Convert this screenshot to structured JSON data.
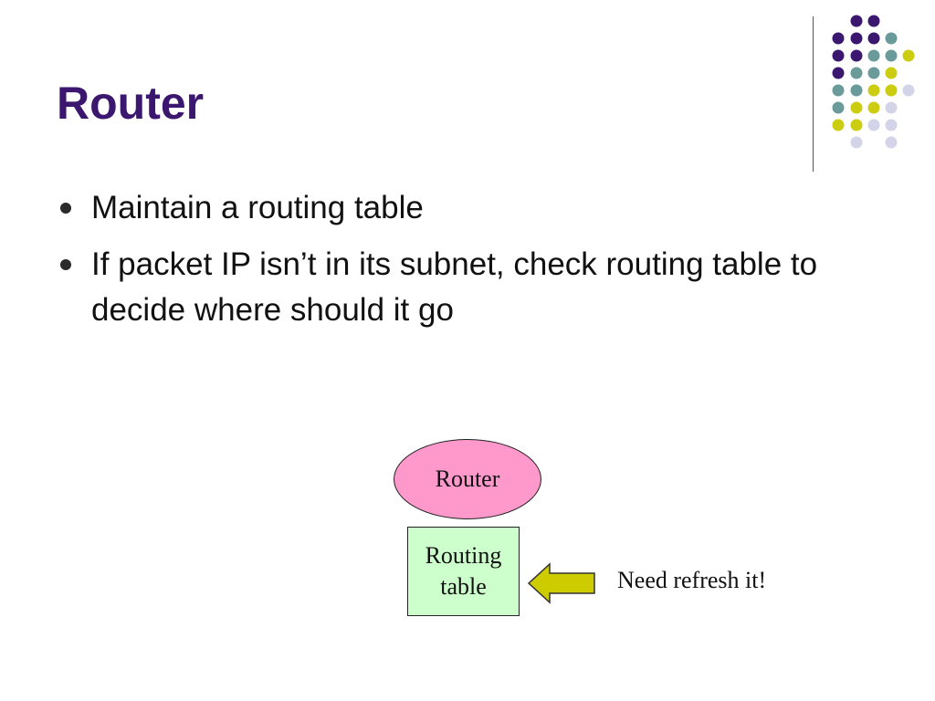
{
  "slide": {
    "title": "Router",
    "bullets": [
      "Maintain a routing table",
      "If packet IP isn’t in its subnet, check routing table to decide where should it go"
    ]
  },
  "diagram": {
    "router_label": "Router",
    "table_label": "Routing\ntable",
    "note": "Need refresh it!"
  },
  "colors": {
    "title": "#3c1770",
    "dot_purple": "#3c1770",
    "dot_teal": "#6b9a9a",
    "dot_yellow": "#cccc11",
    "dot_lavender": "#d4d4e8",
    "router_fill": "#ff99cc",
    "table_fill": "#ccffcc",
    "arrow_fill": "#cccc00"
  }
}
